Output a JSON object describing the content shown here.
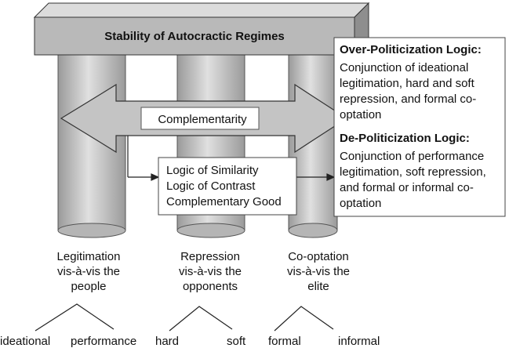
{
  "diagram": {
    "beam_title": "Stability of Autocractic Regimes",
    "complementarity_label": "Complementarity",
    "center_box_lines": [
      "Logic of Similarity",
      "Logic of Contrast",
      "Complementary Good"
    ],
    "over_politicization": {
      "heading": "Over-Politicization Logic:",
      "lines": [
        "Conjunction of ideational",
        "legitimation, hard and soft",
        "repression, and formal co-",
        "optation"
      ]
    },
    "de_politicization": {
      "heading": "De-Politicization Logic:",
      "lines": [
        "Conjunction of performance",
        "legitimation, soft repression,",
        "and formal or informal co-",
        "optation"
      ]
    },
    "pillars": [
      {
        "label_lines": [
          "Legitimation",
          "vis-à-vis the",
          "people"
        ],
        "branches": [
          "ideational",
          "performance"
        ]
      },
      {
        "label_lines": [
          "Repression",
          "vis-à-vis the",
          "opponents"
        ],
        "branches": [
          "hard",
          "soft"
        ]
      },
      {
        "label_lines": [
          "Co-optation",
          "vis-à-vis the",
          "elite"
        ],
        "branches": [
          "formal",
          "informal"
        ]
      }
    ],
    "colors": {
      "beam_front": "#b9b9b9",
      "beam_top": "#d9d9d9",
      "beam_side": "#8f8f8f",
      "pillar": "#c8c8c8",
      "arrow": "#c2c2c2",
      "stroke": "#333333"
    }
  }
}
